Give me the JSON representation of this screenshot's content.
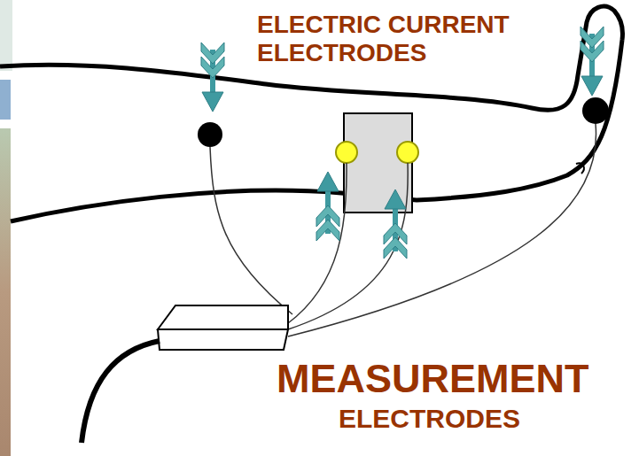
{
  "diagram": {
    "labels": [
      "ELECTRIC CURRENT ELECTRODES",
      "MEASUREMENT",
      "ELECTRODES"
    ]
  }
}
